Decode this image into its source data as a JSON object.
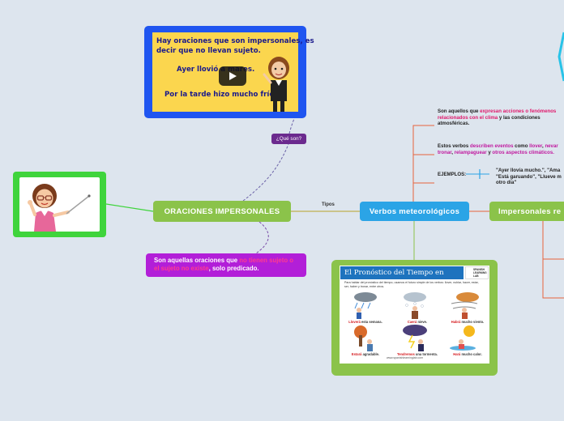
{
  "nodes": {
    "central": "ORACIONES IMPERSONALES",
    "verbos": "Verbos meteorológicos",
    "impersonales": "Impersonales re",
    "tipos": "Tipos",
    "que_son": "¿Qué son?",
    "definition": {
      "part1": "Son aquellas oraciones que ",
      "highlight": "no tienen sujeto o el sujeto no existe",
      "part2": ", solo predicado."
    }
  },
  "video": {
    "lines": [
      "Hay oraciones que son impersonales, es",
      "decir que no llevan sujeto.",
      "Ayer llovió a mares.",
      "Por la tarde hizo mucho frío."
    ],
    "play_icon": "play-icon"
  },
  "notes": {
    "n1": {
      "a": "Son aquellos que ",
      "b": "expresan acciones o fenómenos",
      "c": "relacionados con el clima",
      "d": " y las condiciones",
      "e": "atmosféricas."
    },
    "n2": {
      "a": "Estos verbos ",
      "b": "describen eventos",
      "c": " como ",
      "d": "llover",
      "e": ", ",
      "f": "nevar",
      "g": "tronar",
      "h": ", ",
      "i": "relampaguear",
      "j": " y ",
      "k": "otros aspectos climáticos."
    },
    "ejemplos_label": "EJEMPLOS:",
    "ejemplos_l1": "\"Ayer llovía mucho.\", \"Ama",
    "ejemplos_l2": "\"Está garuando\", \"Llueve m",
    "ejemplos_l3": "otro día\""
  },
  "weather_card": {
    "title": "El Pronóstico del Tiempo en Español",
    "subtitle": "Para hablar del pronóstico del tiempo, usamos el futuro simple de los verbos: llover, nublar, hacer, estar, ser, haber y tronar, entre otros.",
    "lab": "SPANISH LEARNING LAB",
    "captions": [
      {
        "a": "Lloverá ",
        "b": "esta semana."
      },
      {
        "a": "Caerá ",
        "b": "nieve."
      },
      {
        "a": "Habrá ",
        "b": "mucho viento."
      },
      {
        "a": "Estará ",
        "b": "agradable."
      },
      {
        "a": "Tendremos ",
        "b": "una tormenta."
      },
      {
        "a": "Hará ",
        "b": "mucho calor."
      }
    ],
    "footer": "www.spanishlearninglab.com"
  },
  "colors": {
    "background": "#dde5ee",
    "green": "#8bc34a",
    "blue": "#2ba4e6",
    "purple": "#b21fd8",
    "connector": "#e8643c"
  }
}
